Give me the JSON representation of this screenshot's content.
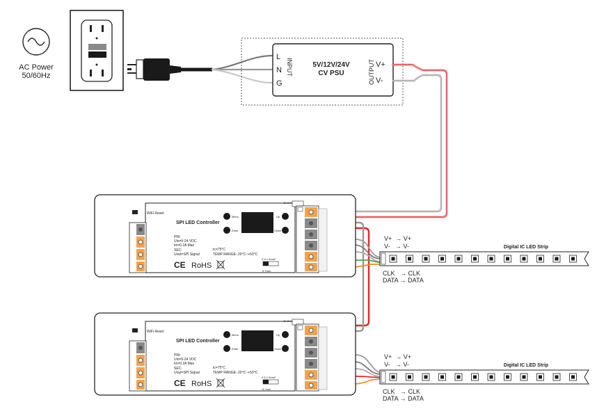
{
  "ac_power": {
    "label": "AC Power",
    "frequency": "50/60Hz"
  },
  "psu": {
    "input_pins": [
      "L",
      "N",
      "G"
    ],
    "input_label": "INPUT",
    "title": "5V/12V/24V",
    "subtitle": "CV PSU",
    "output_label": "OUTPUT",
    "output_pins": [
      "V+",
      "V-"
    ]
  },
  "controllers": [
    {
      "wifi_reset": "WiFi Reset",
      "title": "SPI LED Controller",
      "pri_label": "PRI:",
      "pri_uin": "Uin=5-24 VDC",
      "pri_iin": "Iin=0.2A Max",
      "sec_label": "SEC:",
      "sec_uout": "Uout=SPI Signal",
      "tc": "tc=75°C",
      "temp_range": "TEMP RANGE:-20°C~+50°C",
      "menu": "Menu",
      "enter": "Enter",
      "up": "Up",
      "down": "Down",
      "supply": "12-24V",
      "wire_spec": "0.5-1.5mm²",
      "strip_len": "6-7mm",
      "ce": "CE",
      "rohs": "RoHS"
    },
    {
      "wifi_reset": "WiFi Reset",
      "title": "SPI LED Controller",
      "pri_label": "PRI:",
      "pri_uin": "Uin=5-24 VDC",
      "pri_iin": "Iin=0.2A Max",
      "sec_label": "SEC:",
      "sec_uout": "Uout=SPI Signal",
      "tc": "tc=75°C",
      "temp_range": "TEMP RANGE:-20°C~+50°C",
      "menu": "Menu",
      "enter": "Enter",
      "up": "Up",
      "down": "Down",
      "supply": "12-24V",
      "wire_spec": "0.5-1.5mm²",
      "strip_len": "6-7mm",
      "ce": "CE",
      "rohs": "RoHS"
    }
  ],
  "strips": [
    {
      "title": "Digital IC LED Strip",
      "map_vplus": "V+  → V+",
      "map_vminus": "V-   → V-",
      "map_clk": "CLK   → CLK",
      "map_data": "DATA → DATA"
    },
    {
      "title": "Digital IC LED Strip",
      "map_vplus": "V+  → V+",
      "map_vminus": "V-   → V-",
      "map_clk": "CLK   → CLK",
      "map_data": "DATA → DATA"
    }
  ],
  "colors": {
    "red_wire": "#e8232a",
    "grey_wire": "#9a9a9a",
    "orange_wire": "#f08a1c",
    "green_wire": "#4aa84a",
    "black_cable": "#1a1a1a",
    "terminal_orange": "#f7a24a"
  }
}
